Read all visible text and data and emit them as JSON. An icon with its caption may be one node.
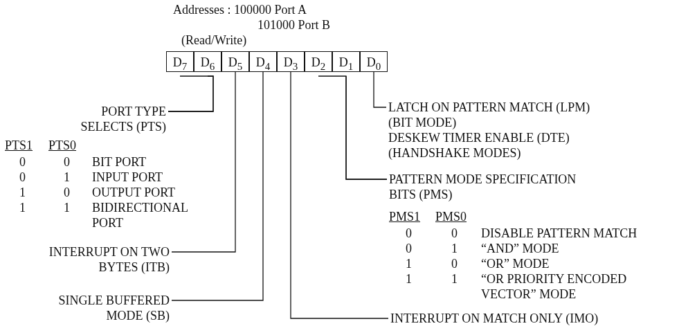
{
  "diagram": {
    "nodes": [
      {
        "text": [
          "D$_{7}$"
        ]
      },
      {
        "text": [
          "D$_{6}$"
        ]
      },
      {
        "text": [
          "D$_{5}$"
        ]
      },
      {
        "text": [
          "D$_{4}$"
        ]
      },
      {
        "text": [
          "D$_{3}$"
        ]
      },
      {
        "text": [
          "D$_{2}$"
        ]
      },
      {
        "text": [
          "D$_{1}$"
        ]
      },
      {
        "text": [
          "D$_{0}$"
        ]
      },
      {
        "text": [
          "PORT TYPE SELECTS (PTS)"
        ]
      },
      {
        "text": [
          "INTERRUPT ON TWO BYTES (ITB)"
        ]
      },
      {
        "text": [
          "SINGLE BUFFERED MODE (SB)"
        ]
      },
      {
        "text": [
          "INTERRUPT ON MATCH ONLY (IMO)"
        ]
      },
      {
        "text": [
          "LATCH ON PATTERN MATCH (LPM) (BIT MODE)",
          "DESKEW TIMER ENABLE (DTE) (HANDSHAKE MODES)"
        ]
      },
      {
        "text": [
          "PATTERN MODE SPECIFICATION BITS (PMS)"
        ]
      }
    ],
    "edges": [
      {
        "from": 0,
        "to": 8,
        "arrow": "none"
      },
      {
        "from": 1,
        "to": 8,
        "arrow": "none"
      },
      {
        "from": 2,
        "to": 9,
        "arrow": "none"
      },
      {
        "from": 3,
        "to": 10,
        "arrow": "none"
      },
      {
        "from": 4,
        "to": 11,
        "arrow": "none"
      },
      {
        "from": 5,
        "to": 13,
        "arrow": "none"
      },
      {
        "from": 6,
        "to": 13,
        "arrow": "none"
      },
      {
        "from": 7,
        "to": 12,
        "arrow": "none"
      }
    ],
    "labels": [
      "Addresses : 100000 Port A",
      "101000 Port B",
      "(Read/Write)",
      "PTS1",
      "PTS0",
      "0",
      "0",
      "BIT PORT",
      "0",
      "1",
      "INPUT PORT",
      "1",
      "0",
      "OUTPUT PORT",
      "1",
      "1",
      "BIDIRECTIONAL PORT",
      "PMS1",
      "PMS0",
      "0",
      "0",
      "DISABLE PATTERN MATCH",
      "0",
      "1",
      "“AND” MODE",
      "1",
      "0",
      "“OR” MODE",
      "1",
      "1",
      "“OR PRIORITY ENCODED VECTOR” MODE"
    ]
  }
}
